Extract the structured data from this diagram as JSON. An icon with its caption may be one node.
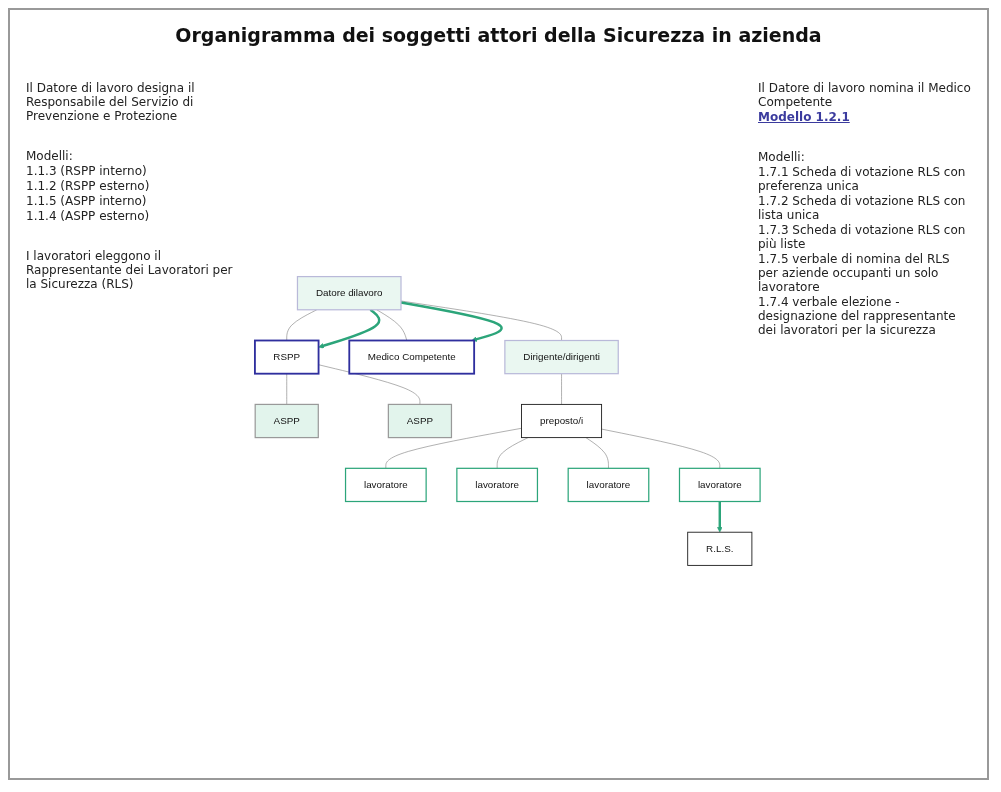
{
  "diagram": {
    "title": "Organigramma dei soggetti attori della Sicurezza in azienda",
    "nodes": [
      {
        "text": [
          "Datore dilavoro"
        ]
      },
      {
        "text": [
          "RSPP"
        ]
      },
      {
        "text": [
          "Medico Competente"
        ]
      },
      {
        "text": [
          "ASPP"
        ]
      },
      {
        "text": [
          "ASPP"
        ]
      },
      {
        "text": [
          "Dirigente/dirigenti"
        ]
      },
      {
        "text": [
          "preposto/i"
        ]
      },
      {
        "text": [
          "lavoratore"
        ]
      },
      {
        "text": [
          "lavoratore"
        ]
      },
      {
        "text": [
          "lavoratore"
        ]
      },
      {
        "text": [
          "lavoratore"
        ]
      },
      {
        "text": [
          "R.L.S."
        ]
      }
    ],
    "edges": [
      {
        "from": 0,
        "to": 1,
        "arrow": "none"
      },
      {
        "from": 0,
        "to": 2,
        "arrow": "none"
      },
      {
        "from": 1,
        "to": 3,
        "arrow": "none"
      },
      {
        "from": 1,
        "to": 4,
        "arrow": "none"
      },
      {
        "from": 0,
        "to": 5,
        "arrow": "none"
      },
      {
        "from": 5,
        "to": 6,
        "arrow": "none"
      },
      {
        "from": 6,
        "to": 7,
        "arrow": "none"
      },
      {
        "from": 6,
        "to": 8,
        "arrow": "none"
      },
      {
        "from": 6,
        "to": 9,
        "arrow": "none"
      },
      {
        "from": 6,
        "to": 10,
        "arrow": "none"
      },
      {
        "from": 0,
        "to": 1,
        "arrow": "to",
        "style": "thick",
        "color": "#2ca57a"
      },
      {
        "from": 0,
        "to": 2,
        "arrow": "to",
        "style": "thick",
        "color": "#2ca57a"
      },
      {
        "from": 10,
        "to": 11,
        "arrow": "to",
        "style": "thick",
        "color": "#2ca57a"
      }
    ],
    "labels": [
      "Il Datore di lavoro designa il Responsabile del Servizio di Prevenzione e Protezione",
      "Il Datore di lavoro nomina il Medico Competente",
      "Modello 1.2.1",
      "Modelli:",
      "1.1.3 (RSPP interno)",
      "1.1.2 (RSPP esterno)",
      "1.1.5 (ASPP interno)",
      "1.1.4 (ASPP esterno)",
      "I lavoratori eleggono il Rappresentante dei Lavoratori per la Sicurezza (RLS)",
      "Modelli:",
      "1.7.1 Scheda di votazione RLS con preferenza unica",
      "1.7.2 Scheda di votazione RLS con lista unica",
      "1.7.3 Scheda di votazione RLS con più liste",
      "1.7.5 verbale di nomina del RLS per aziende occupanti un solo lavoratore",
      "1.7.4 verbale elezione - designazione del rappresentante dei lavoratori per la sicurezza"
    ]
  }
}
